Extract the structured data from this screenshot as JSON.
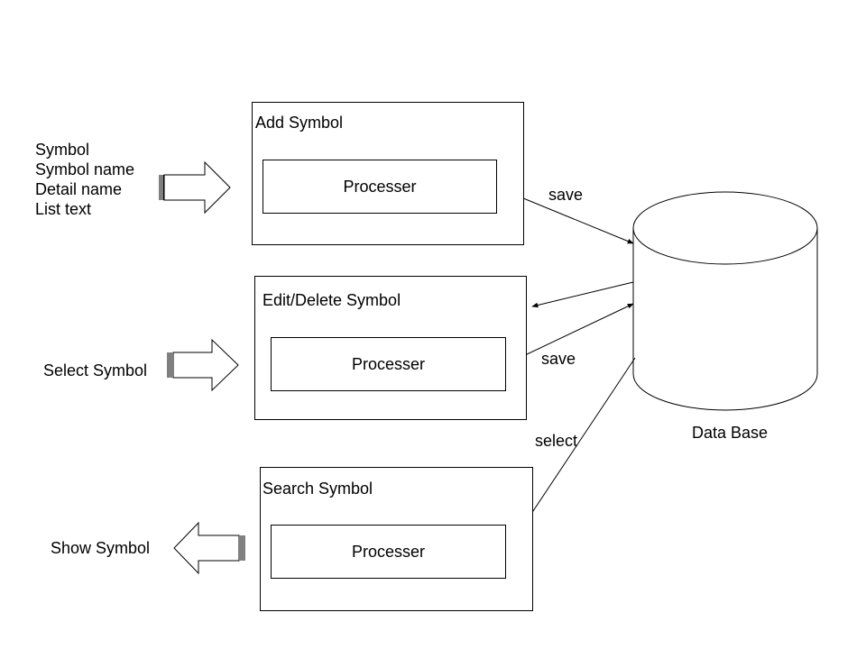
{
  "inputs": {
    "add": [
      "Symbol",
      "Symbol name",
      "Detail name",
      "List text"
    ],
    "edit": "Select Symbol",
    "search": "Show Symbol"
  },
  "modules": {
    "add": {
      "title": "Add Symbol",
      "processor": "Processer"
    },
    "edit": {
      "title": "Edit/Delete Symbol",
      "processor": "Processer"
    },
    "search": {
      "title": "Search Symbol",
      "processor": "Processer"
    }
  },
  "database": {
    "label": "Data Base"
  },
  "edges": {
    "add_save": "save",
    "edit_save": "save",
    "search_select": "select"
  }
}
